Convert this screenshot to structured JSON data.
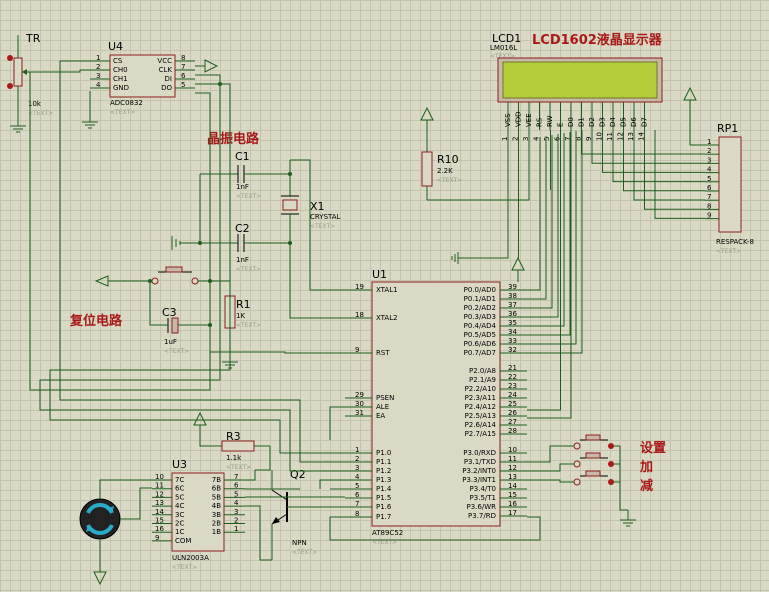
{
  "components": {
    "tr": {
      "ref": "TR",
      "value": "10k",
      "text": "<TEXT>"
    },
    "u4": {
      "ref": "U4",
      "part": "ADC0832",
      "text": "<TEXT>",
      "pins_left": [
        {
          "num": "1",
          "name": "CS"
        },
        {
          "num": "2",
          "name": "CH0"
        },
        {
          "num": "3",
          "name": "CH1"
        },
        {
          "num": "4",
          "name": "GND"
        }
      ],
      "pins_right": [
        {
          "num": "8",
          "name": "VCC"
        },
        {
          "num": "7",
          "name": "CLK"
        },
        {
          "num": "6",
          "name": "DI"
        },
        {
          "num": "5",
          "name": "DO"
        }
      ]
    },
    "lcd1": {
      "ref": "LCD1",
      "part": "LM016L",
      "text": "<TEXT>",
      "pins": [
        {
          "num": "1",
          "name": "VSS"
        },
        {
          "num": "2",
          "name": "VDD"
        },
        {
          "num": "3",
          "name": "VEE"
        },
        {
          "num": "4",
          "name": "RS"
        },
        {
          "num": "5",
          "name": "RW"
        },
        {
          "num": "6",
          "name": "E"
        },
        {
          "num": "7",
          "name": "D0"
        },
        {
          "num": "8",
          "name": "D1"
        },
        {
          "num": "9",
          "name": "D2"
        },
        {
          "num": "10",
          "name": "D3"
        },
        {
          "num": "11",
          "name": "D4"
        },
        {
          "num": "12",
          "name": "D5"
        },
        {
          "num": "13",
          "name": "D6"
        },
        {
          "num": "14",
          "name": "D7"
        }
      ]
    },
    "rp1": {
      "ref": "RP1",
      "part": "RESPACK-8",
      "text": "<TEXT>",
      "pins": [
        "1",
        "2",
        "3",
        "4",
        "5",
        "6",
        "7",
        "8",
        "9"
      ]
    },
    "r10": {
      "ref": "R10",
      "value": "2.2K",
      "text": "<TEXT>"
    },
    "c1": {
      "ref": "C1",
      "value": "1nF",
      "text": "<TEXT>"
    },
    "c2": {
      "ref": "C2",
      "value": "1nF",
      "text": "<TEXT>"
    },
    "x1": {
      "ref": "X1",
      "part": "CRYSTAL",
      "text": "<TEXT>"
    },
    "c3": {
      "ref": "C3",
      "value": "1uF",
      "text": "<TEXT>"
    },
    "r1": {
      "ref": "R1",
      "value": "1K",
      "text": "<TEXT>"
    },
    "r3": {
      "ref": "R3",
      "value": "1.1k",
      "text": "<TEXT>"
    },
    "q2": {
      "ref": "Q2",
      "part": "NPN",
      "text": "<TEXT>"
    },
    "u3": {
      "ref": "U3",
      "part": "ULN2003A",
      "text": "<TEXT>",
      "pins_left": [
        {
          "num": "1",
          "name": "1B"
        },
        {
          "num": "2",
          "name": "2B"
        },
        {
          "num": "3",
          "name": "3B"
        },
        {
          "num": "4",
          "name": "4B"
        },
        {
          "num": "5",
          "name": "5B"
        },
        {
          "num": "6",
          "name": "6B"
        },
        {
          "num": "7",
          "name": "7B"
        }
      ],
      "pins_right": [
        {
          "num": "10",
          "name": "7C"
        },
        {
          "num": "11",
          "name": "6C"
        },
        {
          "num": "12",
          "name": "5C"
        },
        {
          "num": "13",
          "name": "4C"
        },
        {
          "num": "14",
          "name": "3C"
        },
        {
          "num": "15",
          "name": "2C"
        },
        {
          "num": "16",
          "name": "1C"
        },
        {
          "num": "9",
          "name": "COM"
        }
      ]
    },
    "u1": {
      "ref": "U1",
      "part": "AT89C52",
      "text": "<TEXT>",
      "pins_left": [
        {
          "num": "19",
          "name": "XTAL1"
        },
        {
          "num": "18",
          "name": "XTAL2"
        },
        {
          "num": "9",
          "name": "RST"
        },
        {
          "num": "29",
          "name": "PSEN"
        },
        {
          "num": "30",
          "name": "ALE"
        },
        {
          "num": "31",
          "name": "EA"
        },
        {
          "num": "1",
          "name": "P1.0"
        },
        {
          "num": "2",
          "name": "P1.1"
        },
        {
          "num": "3",
          "name": "P1.2"
        },
        {
          "num": "4",
          "name": "P1.3"
        },
        {
          "num": "5",
          "name": "P1.4"
        },
        {
          "num": "6",
          "name": "P1.5"
        },
        {
          "num": "7",
          "name": "P1.6"
        },
        {
          "num": "8",
          "name": "P1.7"
        }
      ],
      "pins_right": [
        {
          "num": "39",
          "name": "P0.0/AD0"
        },
        {
          "num": "38",
          "name": "P0.1/AD1"
        },
        {
          "num": "37",
          "name": "P0.2/AD2"
        },
        {
          "num": "36",
          "name": "P0.3/AD3"
        },
        {
          "num": "35",
          "name": "P0.4/AD4"
        },
        {
          "num": "34",
          "name": "P0.5/AD5"
        },
        {
          "num": "33",
          "name": "P0.6/AD6"
        },
        {
          "num": "32",
          "name": "P0.7/AD7"
        },
        {
          "num": "21",
          "name": "P2.0/A8"
        },
        {
          "num": "22",
          "name": "P2.1/A9"
        },
        {
          "num": "23",
          "name": "P2.2/A10"
        },
        {
          "num": "24",
          "name": "P2.3/A11"
        },
        {
          "num": "25",
          "name": "P2.4/A12"
        },
        {
          "num": "26",
          "name": "P2.5/A13"
        },
        {
          "num": "27",
          "name": "P2.6/A14"
        },
        {
          "num": "28",
          "name": "P2.7/A15"
        },
        {
          "num": "10",
          "name": "P3.0/RXD"
        },
        {
          "num": "11",
          "name": "P3.1/TXD"
        },
        {
          "num": "12",
          "name": "P3.2/INT0"
        },
        {
          "num": "13",
          "name": "P3.3/INT1"
        },
        {
          "num": "14",
          "name": "P3.4/T0"
        },
        {
          "num": "15",
          "name": "P3.5/T1"
        },
        {
          "num": "16",
          "name": "P3.6/WR"
        },
        {
          "num": "17",
          "name": "P3.7/RD"
        }
      ]
    }
  },
  "annotations": {
    "lcd_title": "LCD1602液晶显示器",
    "crystal_title": "晶振电路",
    "reset_title": "复位电路",
    "set_label": "设置",
    "plus_label": "加",
    "minus_label": "减"
  },
  "colors": {
    "wire": "#1d5e1d",
    "body": "#8a1f1f",
    "lcd_screen": "#b5cc3a",
    "annotation": "#a81a1a",
    "grid": "#c4c4ae",
    "background": "#d9d9c6"
  }
}
